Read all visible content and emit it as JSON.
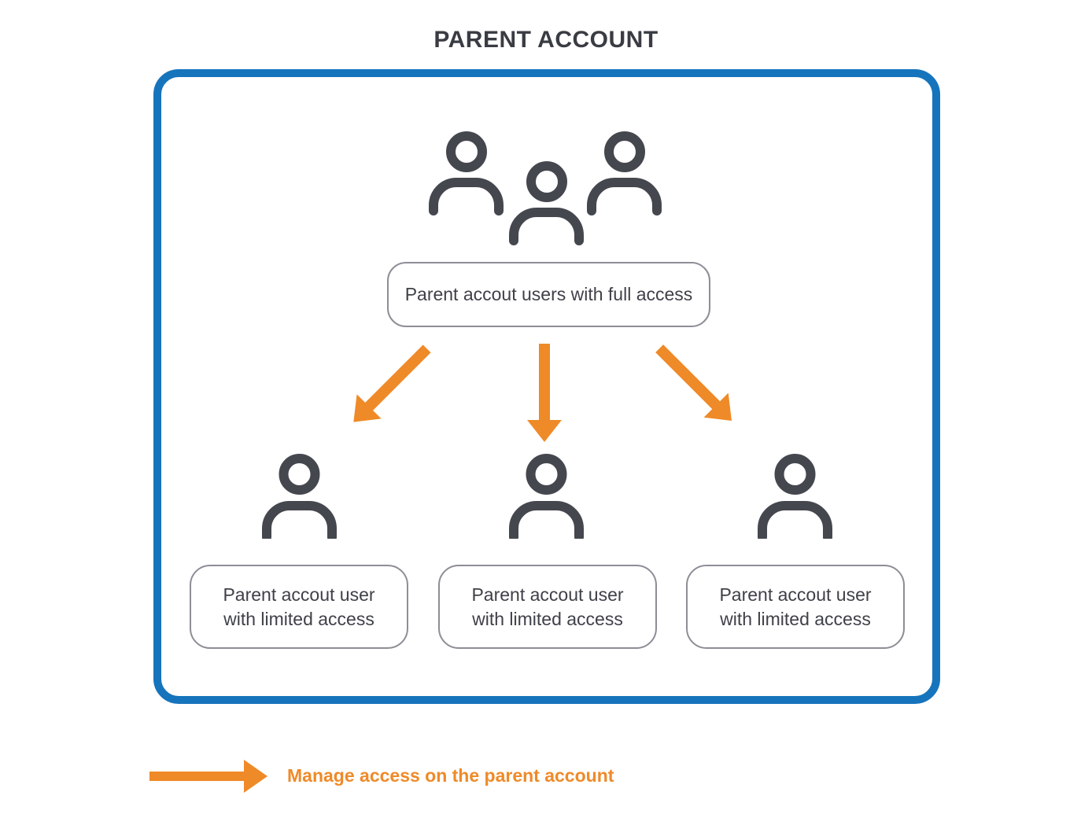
{
  "title": "PARENT ACCOUNT",
  "colors": {
    "frame_blue": "#1674bc",
    "arrow_orange": "#ef8a28",
    "icon_charcoal": "#45474f",
    "node_border_gray": "#8d8e96",
    "text_dark": "#3f4149"
  },
  "top_node": {
    "label": "Parent accout users with full access"
  },
  "child_nodes": [
    {
      "line1": "Parent accout user",
      "line2": "with limited access"
    },
    {
      "line1": "Parent accout user",
      "line2": "with limited access"
    },
    {
      "line1": "Parent accout user",
      "line2": "with limited access"
    }
  ],
  "legend": {
    "label": "Manage access on the parent account"
  }
}
